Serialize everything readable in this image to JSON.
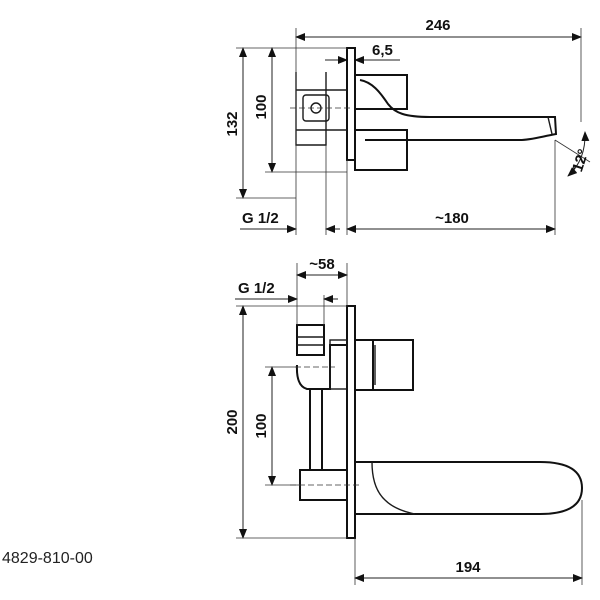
{
  "drawing": {
    "top_view": {
      "overall_length": "246",
      "plate_thickness": "6,5",
      "total_height": "132",
      "spout_height": "100",
      "inlet_thread": "G 1/2",
      "spout_projection": "~180",
      "spout_angle": "12°"
    },
    "front_view": {
      "inlet_thread": "G 1/2",
      "body_depth": "~58",
      "total_height": "200",
      "spout_height": "100",
      "spout_length": "194"
    },
    "part_number": "4829-810-00"
  }
}
